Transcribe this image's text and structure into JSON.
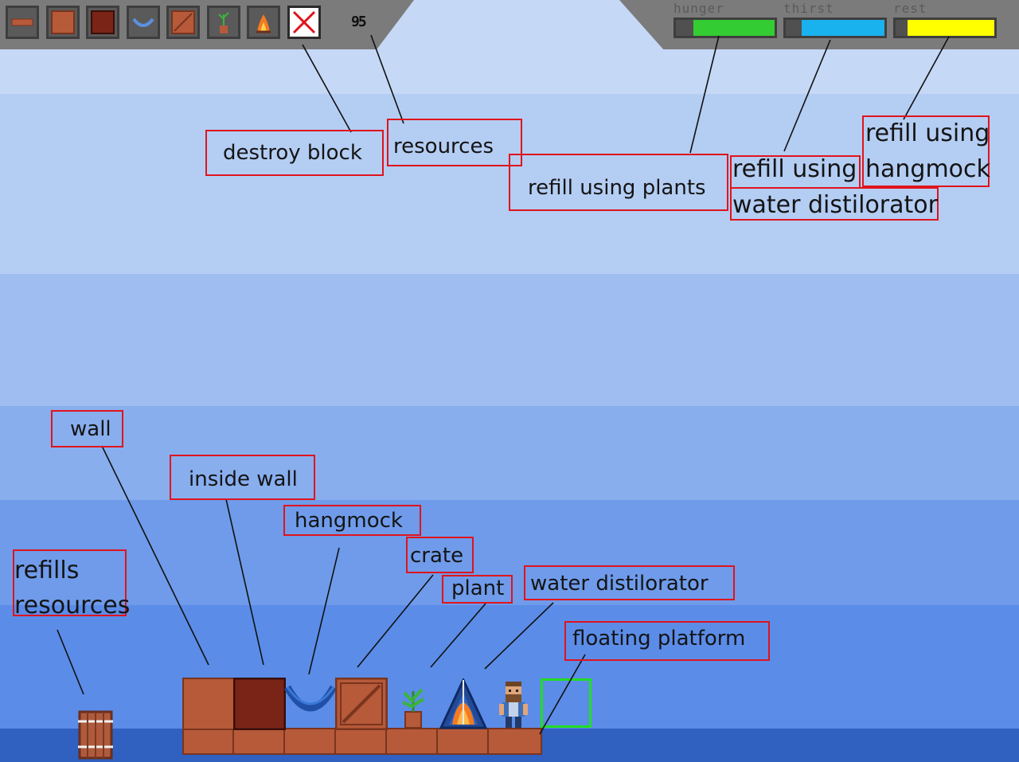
{
  "hud": {
    "toolbar": [
      {
        "name": "wall-plank",
        "icon": "plank-icon"
      },
      {
        "name": "wall",
        "icon": "wall-block-icon"
      },
      {
        "name": "inside-wall",
        "icon": "inside-wall-block-icon"
      },
      {
        "name": "hangmock",
        "icon": "hangmock-icon"
      },
      {
        "name": "crate",
        "icon": "crate-icon"
      },
      {
        "name": "plant",
        "icon": "plant-icon"
      },
      {
        "name": "water-distilorator",
        "icon": "campfire-icon"
      },
      {
        "name": "destroy-block",
        "icon": "red-x-icon"
      }
    ],
    "resources": "95",
    "stats": [
      {
        "key": "hunger",
        "label": "hunger",
        "level": 0.82,
        "color": "#33cc33"
      },
      {
        "key": "thirst",
        "label": "thirst",
        "level": 0.84,
        "color": "#1ab2ee"
      },
      {
        "key": "rest",
        "label": "rest",
        "level": 0.88,
        "color": "#ffff00"
      }
    ]
  },
  "annotations": {
    "destroy_block": "destroy block",
    "resources": "resources",
    "refill_plants": "refill using plants",
    "refill_water_1": "refill using",
    "refill_water_2": "water distilorator",
    "refill_hangmock_1": "refill using",
    "refill_hangmock_2": "hangmock",
    "wall": "wall",
    "inside_wall": "inside wall",
    "hangmock": "hangmock",
    "crate": "crate",
    "plant": "plant",
    "water_distilorator": "water distilorator",
    "floating_platform": "floating platform",
    "refills_resources_1": "refills",
    "refills_resources_2": "resources"
  },
  "colors": {
    "annotation_border": "#e0141c",
    "hud_gray": "#7b7b7b",
    "sea": "#3060c0",
    "platform_brown": "#b65a3a",
    "selection_green": "#22dd22"
  }
}
